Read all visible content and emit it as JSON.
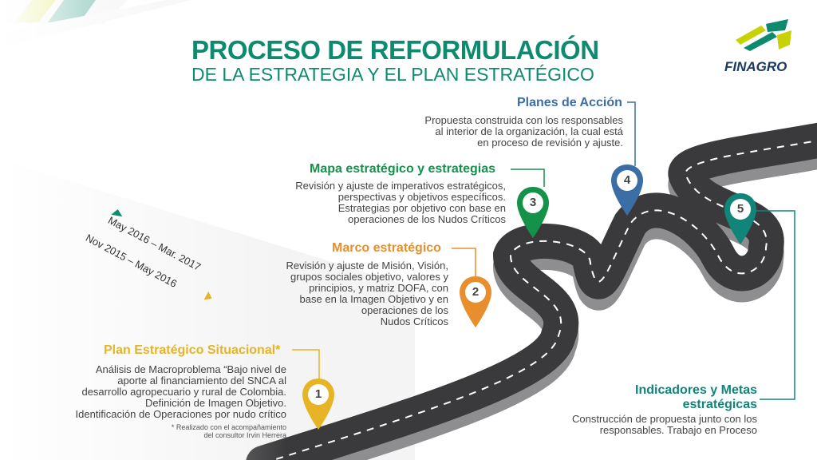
{
  "header": {
    "title_line1": "PROCESO DE REFORMULACIÓN",
    "title_line2": "DE LA ESTRATEGIA Y EL PLAN ESTRATÉGICO"
  },
  "logo": {
    "text": "FINAGRO"
  },
  "dates": {
    "range1": "May 2016 – Mar. 2017",
    "range2": "Nov 2015 – May 2016"
  },
  "stages": [
    {
      "number": "1",
      "title": "Plan Estratégico Situacional*",
      "lines": [
        "Análisis de Macroproblema “Bajo nivel de",
        "aporte al financiamiento del SNCA al",
        "desarrollo agropecuario y rural de Colombia.",
        "Definición de Imagen Objetivo.",
        "Identificación de Operaciones por nudo crítico"
      ],
      "footnote": [
        "* Realizado con el acompañamiento",
        "del consultor Irvin Herrera"
      ],
      "color": "#e6b424"
    },
    {
      "number": "2",
      "title": "Marco estratégico",
      "lines": [
        "Revisión y ajuste de Misión, Visión,",
        "grupos sociales objetivo, valores y",
        "principios, y matriz DOFA, con",
        "base en la Imagen Objetivo y en",
        "operaciones de los",
        "Nudos Críticos"
      ],
      "color": "#e88e2c"
    },
    {
      "number": "3",
      "title": "Mapa estratégico y estrategias",
      "lines": [
        "Revisión y ajuste de imperativos estratégicos,",
        "perspectivas y objetivos específicos.",
        "Estrategias por objetivo con base en",
        "operaciones de los Nudos Críticos"
      ],
      "color": "#14924a"
    },
    {
      "number": "4",
      "title": "Planes de Acción",
      "lines": [
        "Propuesta construida con los responsables",
        "al interior de la organización, la cual está",
        "en proceso de revisión y ajuste."
      ],
      "color": "#3b6ea5"
    },
    {
      "number": "5",
      "title_lines": [
        "Indicadores y Metas",
        "estratégicas"
      ],
      "lines": [
        "Construcción de propuesta junto con los",
        "responsables. Trabajo en Proceso"
      ],
      "color": "#11857a"
    }
  ],
  "colors": {
    "brand_green": "#0e8a6f",
    "road": "#3a3a3c",
    "road_side": "#9a9a9c"
  }
}
